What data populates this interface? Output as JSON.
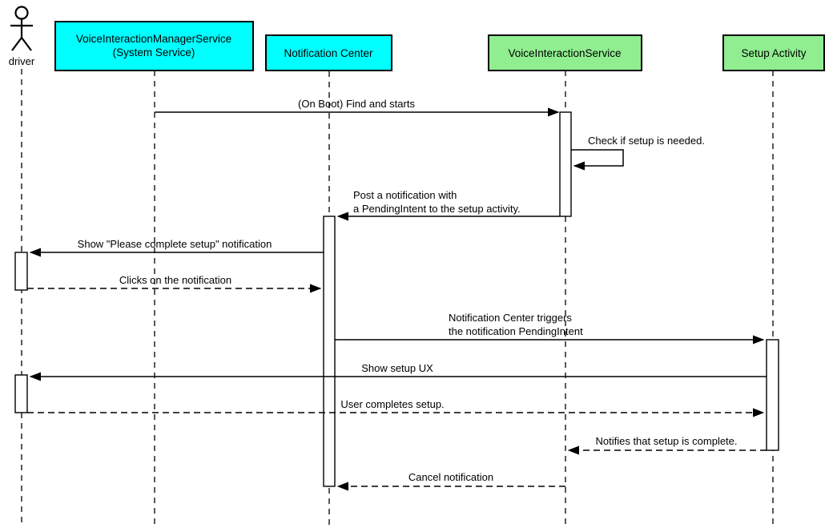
{
  "diagram_type": "uml-sequence-diagram",
  "colors": {
    "system_participant_fill": "#00FFFF",
    "app_participant_fill": "#90EE90",
    "stroke": "#000000",
    "background": "#FFFFFF"
  },
  "participants": {
    "driver": {
      "label": "driver",
      "type": "actor"
    },
    "voice_interaction_manager_service": {
      "label_line1": "VoiceInteractionManagerService",
      "label_line2": "(System Service)"
    },
    "notification_center": {
      "label": "Notification Center"
    },
    "voice_interaction_service": {
      "label": "VoiceInteractionService"
    },
    "setup_activity": {
      "label": "Setup Activity"
    }
  },
  "messages": {
    "on_boot_find_and_starts": {
      "label": "(On Boot) Find and starts",
      "from": "voice_interaction_manager_service",
      "to": "voice_interaction_service",
      "style": "solid"
    },
    "check_if_setup_needed": {
      "label": "Check if setup is needed.",
      "from": "voice_interaction_service",
      "to": "voice_interaction_service",
      "style": "solid",
      "kind": "self"
    },
    "post_notification": {
      "label_line1": "Post a notification with",
      "label_line2": "a PendingIntent to the setup activity.",
      "from": "voice_interaction_service",
      "to": "notification_center",
      "style": "solid"
    },
    "show_setup_notification": {
      "label": "Show \"Please complete setup\" notification",
      "from": "notification_center",
      "to": "driver",
      "style": "solid"
    },
    "clicks_notification": {
      "label": "Clicks on the notification",
      "from": "driver",
      "to": "notification_center",
      "style": "dashed"
    },
    "trigger_pending_intent": {
      "label_line1": "Notification Center triggers",
      "label_line2": "the notification PendingIntent",
      "from": "notification_center",
      "to": "setup_activity",
      "style": "solid"
    },
    "show_setup_ux": {
      "label": "Show setup UX",
      "from": "setup_activity",
      "to": "driver",
      "style": "solid"
    },
    "user_completes_setup": {
      "label": "User completes setup.",
      "from": "driver",
      "to": "setup_activity",
      "style": "dashed"
    },
    "notifies_setup_complete": {
      "label": "Notifies that setup is complete.",
      "from": "setup_activity",
      "to": "voice_interaction_service",
      "style": "dashed"
    },
    "cancel_notification": {
      "label": "Cancel notification",
      "from": "voice_interaction_service",
      "to": "notification_center",
      "style": "dashed"
    }
  }
}
